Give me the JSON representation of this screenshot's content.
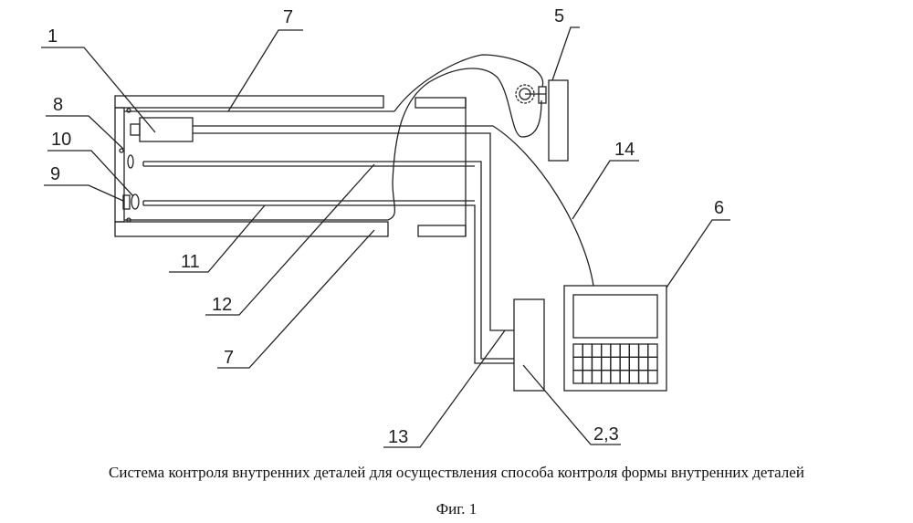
{
  "labels": {
    "l1": "1",
    "l7top": "7",
    "l8": "8",
    "l10": "10",
    "l9": "9",
    "l5": "5",
    "l14": "14",
    "l6": "6",
    "l11": "11",
    "l12": "12",
    "l7bottom": "7",
    "l13": "13",
    "l23": "2,3"
  },
  "caption": "Система контроля внутренних деталей для осуществления способа контроля формы внутренних деталей",
  "figure_label": "Фиг. 1"
}
